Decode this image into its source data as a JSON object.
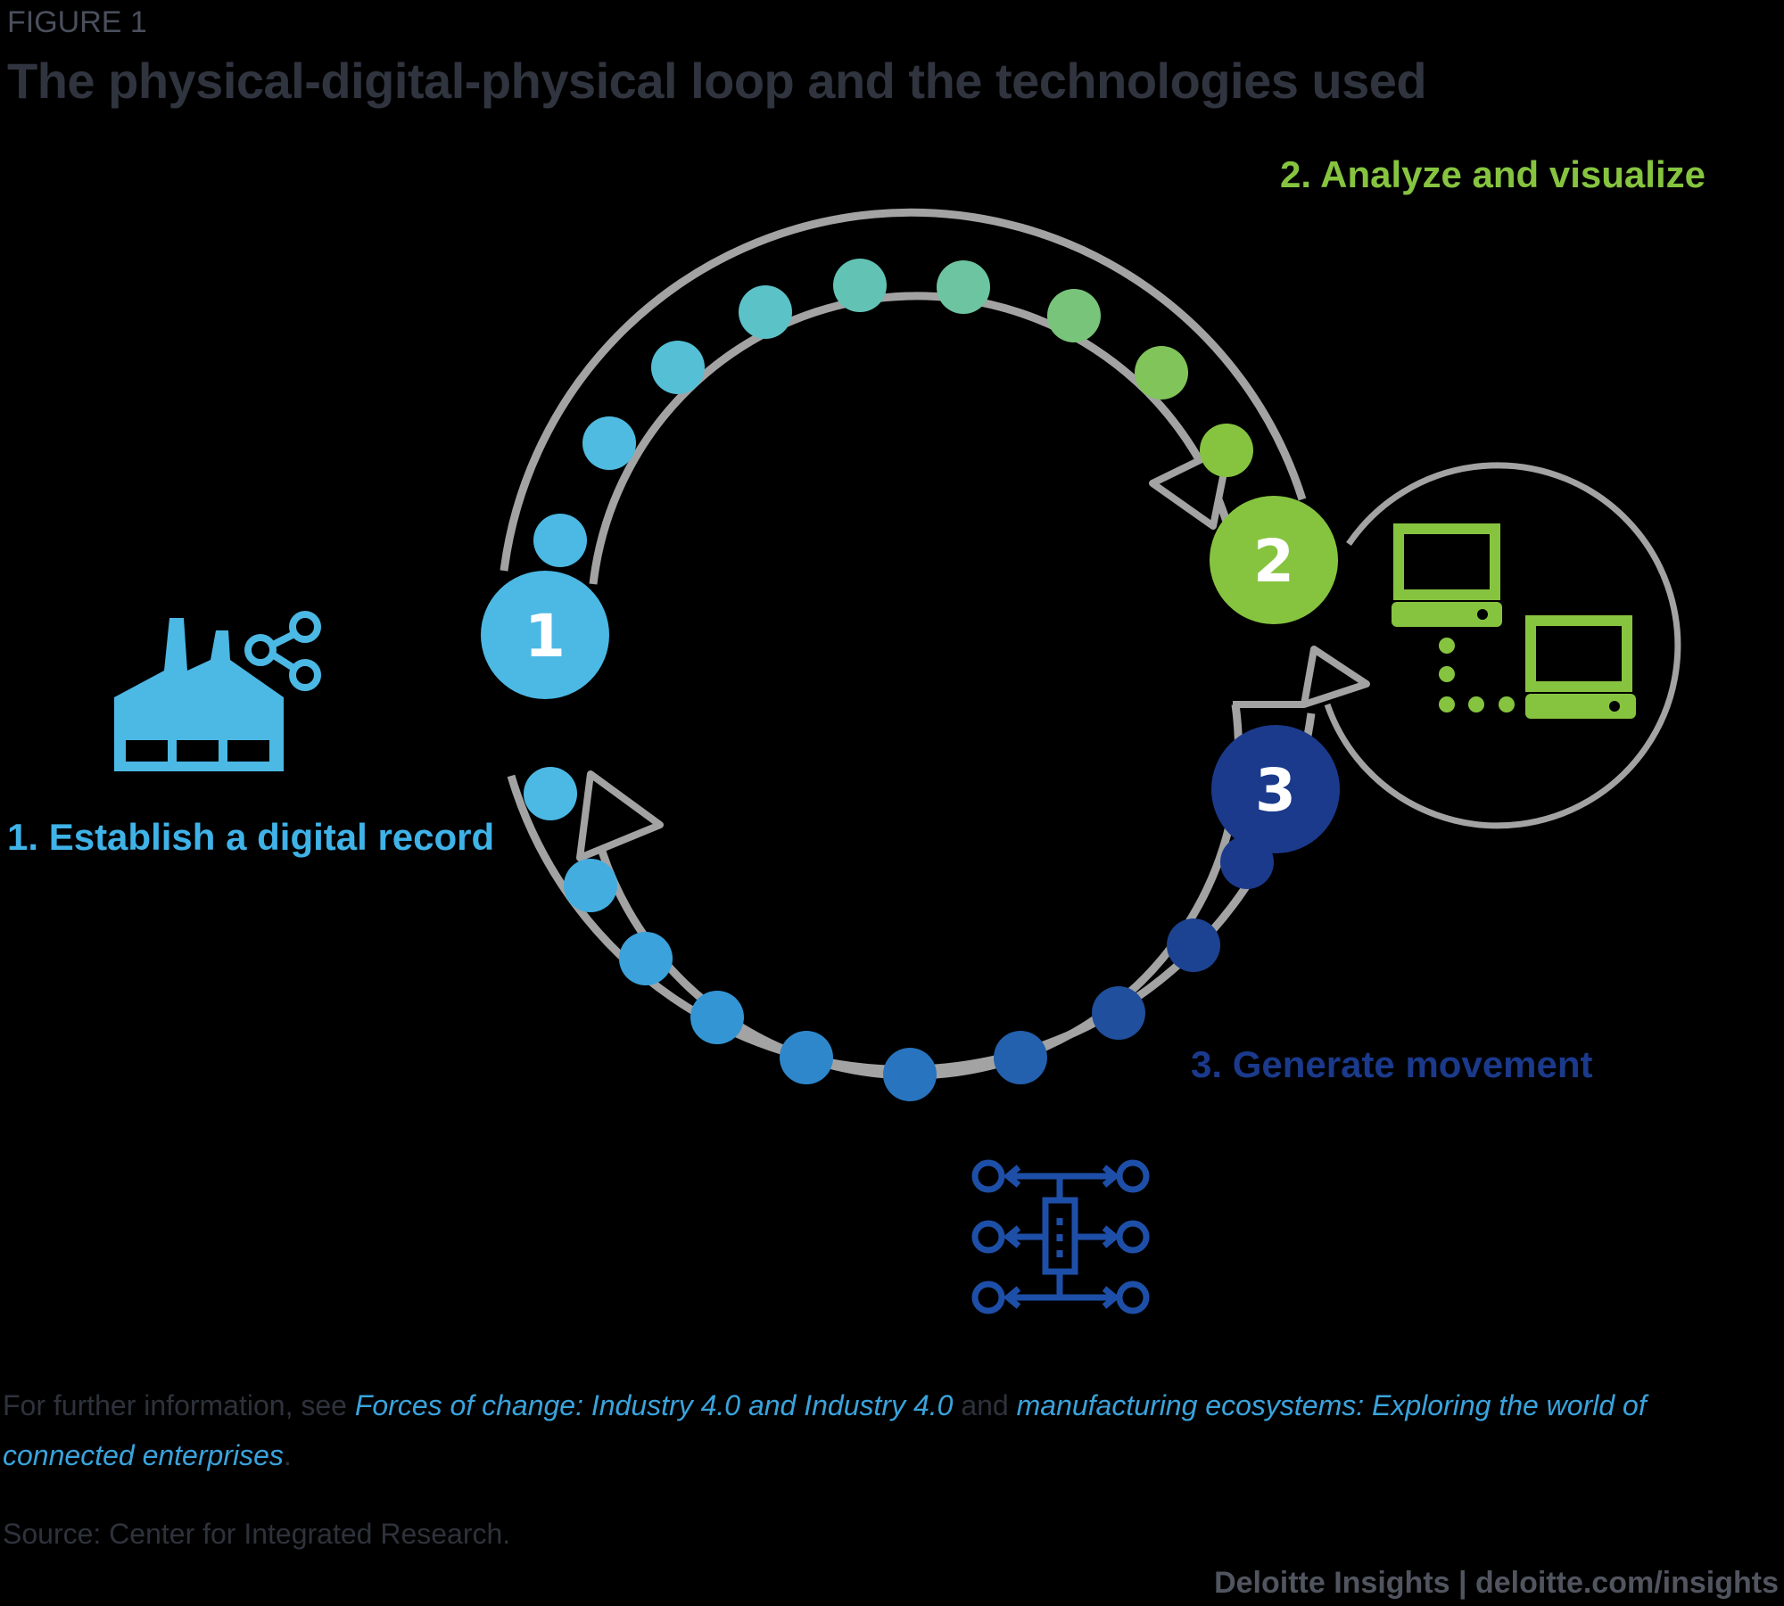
{
  "figure_label": "FIGURE 1",
  "title": "The physical-digital-physical loop and the technologies used",
  "steps": [
    {
      "number": "1",
      "label": "1. Establish a digital record",
      "color": "#3fb3e8"
    },
    {
      "number": "2",
      "label": "2. Analyze and visualize",
      "color": "#86c440"
    },
    {
      "number": "3",
      "label": "3. Generate movement",
      "color": "#1b3a8c"
    }
  ],
  "icons": {
    "step1": "factory-share-icon",
    "step2": "networked-computers-icon",
    "step3": "actuator-arrows-icon"
  },
  "colors": {
    "ring": "#a3a3a3",
    "dot_gradient_top": [
      "#4cb8e4",
      "#5bc3cf",
      "#6cc49e",
      "#86c440"
    ],
    "dot_gradient_bottom": [
      "#4cb8e4",
      "#2f86cc",
      "#1b3a8c"
    ]
  },
  "footer": {
    "prefix": "For further information, see ",
    "link1": "Forces of change: Industry 4.0 and Industry 4.0",
    "middle": " and ",
    "link2": "manufacturing ecosystems: Exploring the world of connected enterprises",
    "suffix": "."
  },
  "source": "Source: Center for Integrated Research.",
  "brand": "Deloitte Insights | deloitte.com/insights"
}
